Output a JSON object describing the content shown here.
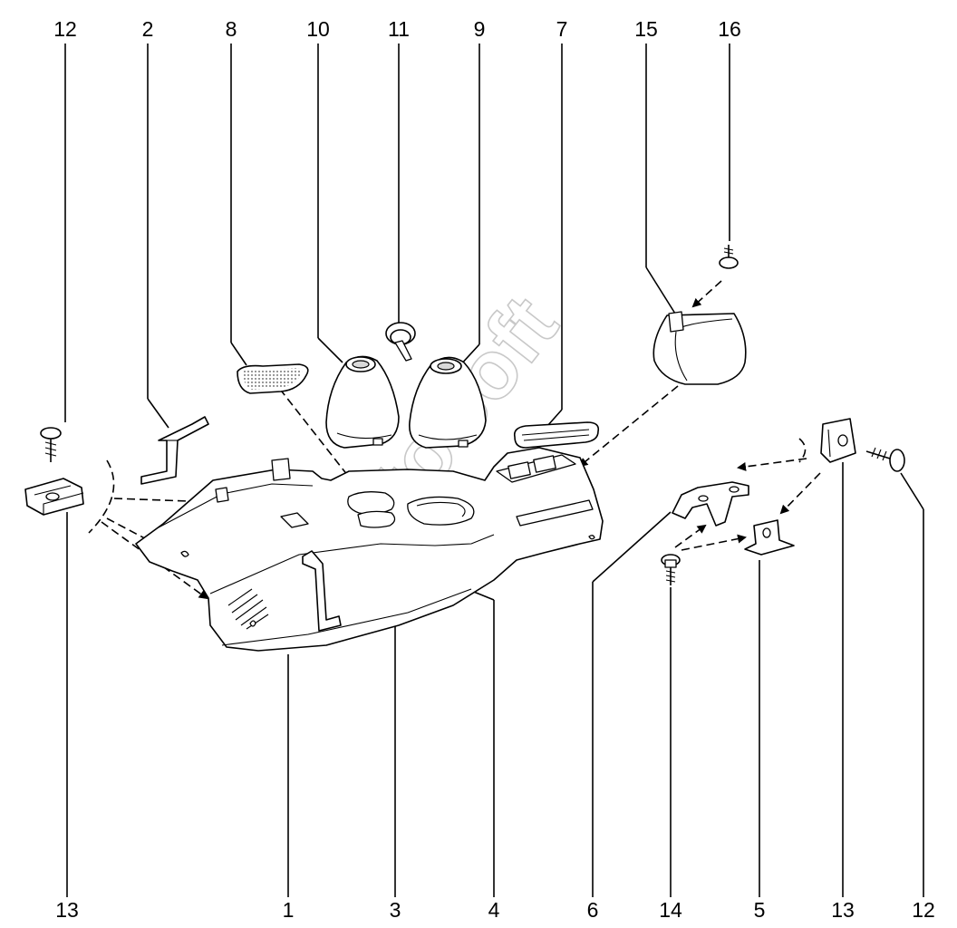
{
  "watermark": {
    "text": "AutoSoft"
  },
  "callouts_top": [
    "12",
    "2",
    "8",
    "10",
    "11",
    "9",
    "7",
    "15",
    "16"
  ],
  "callouts_bottom": [
    "13",
    "1",
    "3",
    "4",
    "6",
    "14",
    "5",
    "13",
    "12"
  ]
}
